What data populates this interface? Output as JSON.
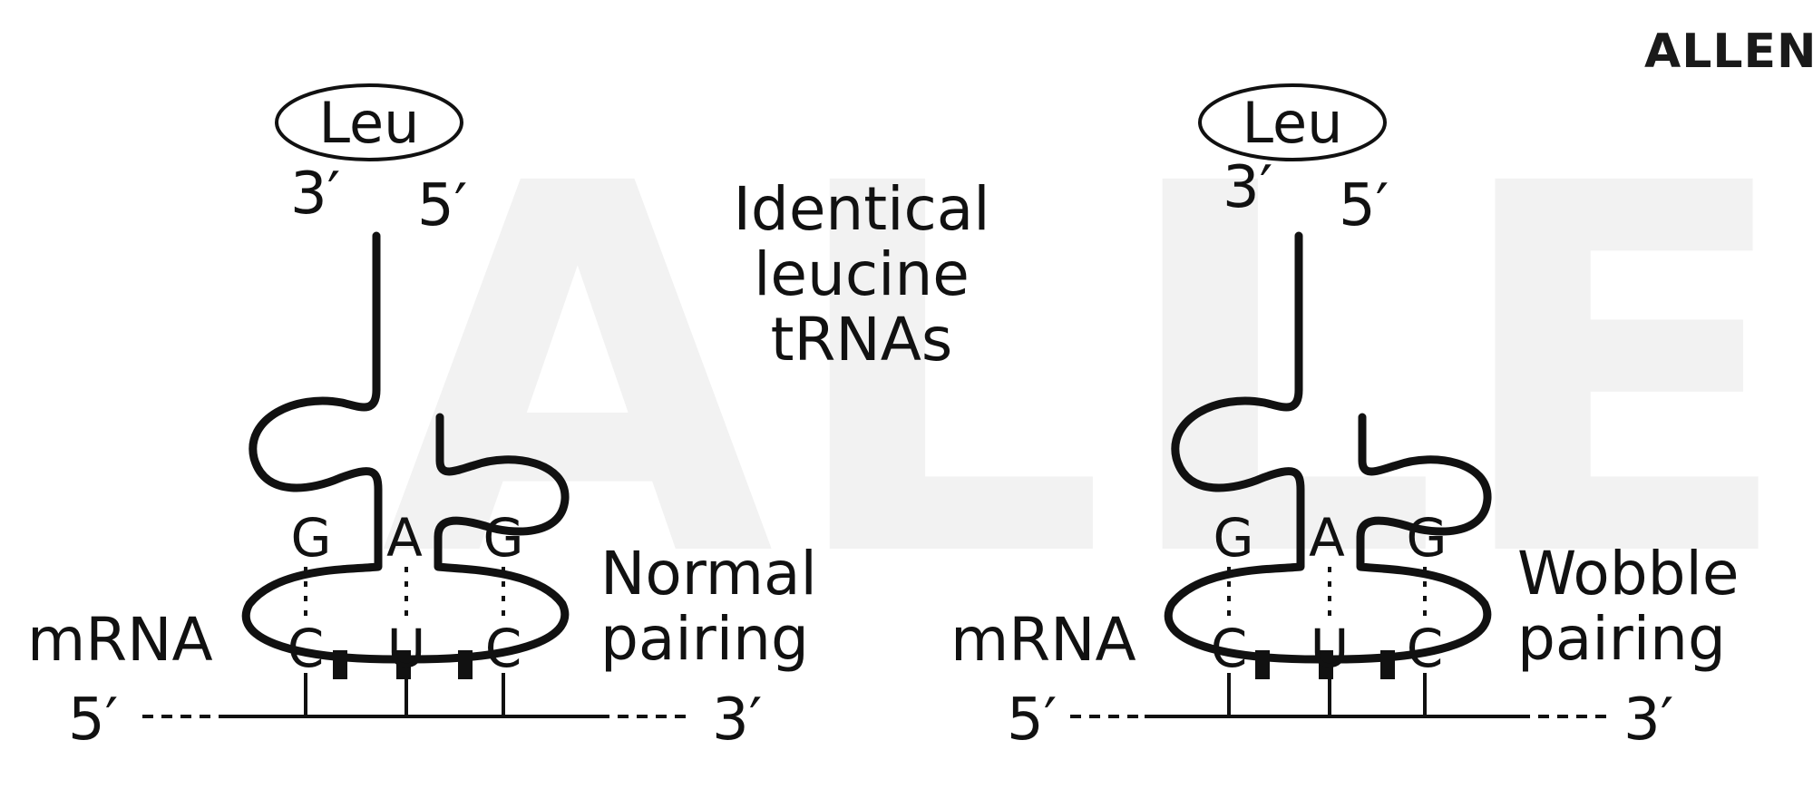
{
  "brand": {
    "logo_text": "ALLEN",
    "watermark_text": "ALLEN"
  },
  "center_label": {
    "lines": [
      "Identical",
      "leucine",
      "tRNAs"
    ]
  },
  "panels": [
    {
      "amino_acid": "Leu",
      "trna_three_prime": "3′",
      "trna_five_prime": "5′",
      "anticodon": [
        "G",
        "A",
        "G"
      ],
      "codon": [
        "C",
        "U",
        "C"
      ],
      "mrna_label": "mRNA",
      "mrna_five_prime": "5′",
      "mrna_three_prime": "3′",
      "pairing_label": [
        "Normal",
        "pairing"
      ]
    },
    {
      "amino_acid": "Leu",
      "trna_three_prime": "3′",
      "trna_five_prime": "5′",
      "anticodon": [
        "G",
        "A",
        "G"
      ],
      "codon": [
        "C",
        "U",
        "C"
      ],
      "mrna_label": "mRNA",
      "mrna_five_prime": "5′",
      "mrna_three_prime": "3′",
      "pairing_label": [
        "Wobble",
        "pairing"
      ]
    }
  ]
}
